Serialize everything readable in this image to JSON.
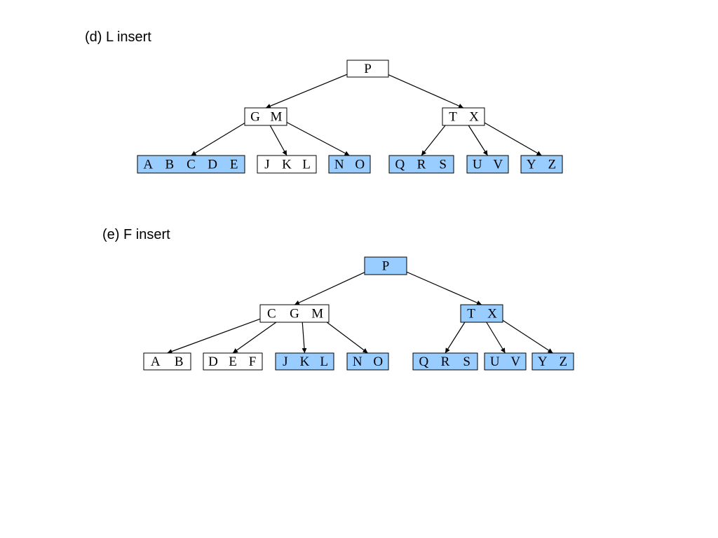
{
  "colors": {
    "highlight": "#99ccff",
    "plain": "#ffffff",
    "stroke": "#000000"
  },
  "diagrams": [
    {
      "caption": "(d) L insert",
      "nodes": [
        {
          "id": "d-root",
          "keys": [
            "P"
          ],
          "highlighted": false
        },
        {
          "id": "d-left",
          "keys": [
            "G",
            "M"
          ],
          "highlighted": false
        },
        {
          "id": "d-right",
          "keys": [
            "T",
            "X"
          ],
          "highlighted": false
        },
        {
          "id": "d-leaf1",
          "keys": [
            "A",
            "B",
            "C",
            "D",
            "E"
          ],
          "highlighted": true
        },
        {
          "id": "d-leaf2",
          "keys": [
            "J",
            "K",
            "L"
          ],
          "highlighted": false
        },
        {
          "id": "d-leaf3",
          "keys": [
            "N",
            "O"
          ],
          "highlighted": true
        },
        {
          "id": "d-leaf4",
          "keys": [
            "Q",
            "R",
            "S"
          ],
          "highlighted": true
        },
        {
          "id": "d-leaf5",
          "keys": [
            "U",
            "V"
          ],
          "highlighted": true
        },
        {
          "id": "d-leaf6",
          "keys": [
            "Y",
            "Z"
          ],
          "highlighted": true
        }
      ],
      "edges": [
        [
          "d-root",
          "d-left"
        ],
        [
          "d-root",
          "d-right"
        ],
        [
          "d-left",
          "d-leaf1"
        ],
        [
          "d-left",
          "d-leaf2"
        ],
        [
          "d-left",
          "d-leaf3"
        ],
        [
          "d-right",
          "d-leaf4"
        ],
        [
          "d-right",
          "d-leaf5"
        ],
        [
          "d-right",
          "d-leaf6"
        ]
      ]
    },
    {
      "caption": "(e) F insert",
      "nodes": [
        {
          "id": "e-root",
          "keys": [
            "P"
          ],
          "highlighted": true
        },
        {
          "id": "e-left",
          "keys": [
            "C",
            "G",
            "M"
          ],
          "highlighted": false
        },
        {
          "id": "e-right",
          "keys": [
            "T",
            "X"
          ],
          "highlighted": true
        },
        {
          "id": "e-leaf1",
          "keys": [
            "A",
            "B"
          ],
          "highlighted": false
        },
        {
          "id": "e-leaf2",
          "keys": [
            "D",
            "E",
            "F"
          ],
          "highlighted": false
        },
        {
          "id": "e-leaf3",
          "keys": [
            "J",
            "K",
            "L"
          ],
          "highlighted": true
        },
        {
          "id": "e-leaf4",
          "keys": [
            "N",
            "O"
          ],
          "highlighted": true
        },
        {
          "id": "e-leaf5",
          "keys": [
            "Q",
            "R",
            "S"
          ],
          "highlighted": true
        },
        {
          "id": "e-leaf6",
          "keys": [
            "U",
            "V"
          ],
          "highlighted": true
        },
        {
          "id": "e-leaf7",
          "keys": [
            "Y",
            "Z"
          ],
          "highlighted": true
        }
      ],
      "edges": [
        [
          "e-root",
          "e-left"
        ],
        [
          "e-root",
          "e-right"
        ],
        [
          "e-left",
          "e-leaf1"
        ],
        [
          "e-left",
          "e-leaf2"
        ],
        [
          "e-left",
          "e-leaf3"
        ],
        [
          "e-left",
          "e-leaf4"
        ],
        [
          "e-right",
          "e-leaf5"
        ],
        [
          "e-right",
          "e-leaf6"
        ],
        [
          "e-right",
          "e-leaf7"
        ]
      ]
    }
  ]
}
